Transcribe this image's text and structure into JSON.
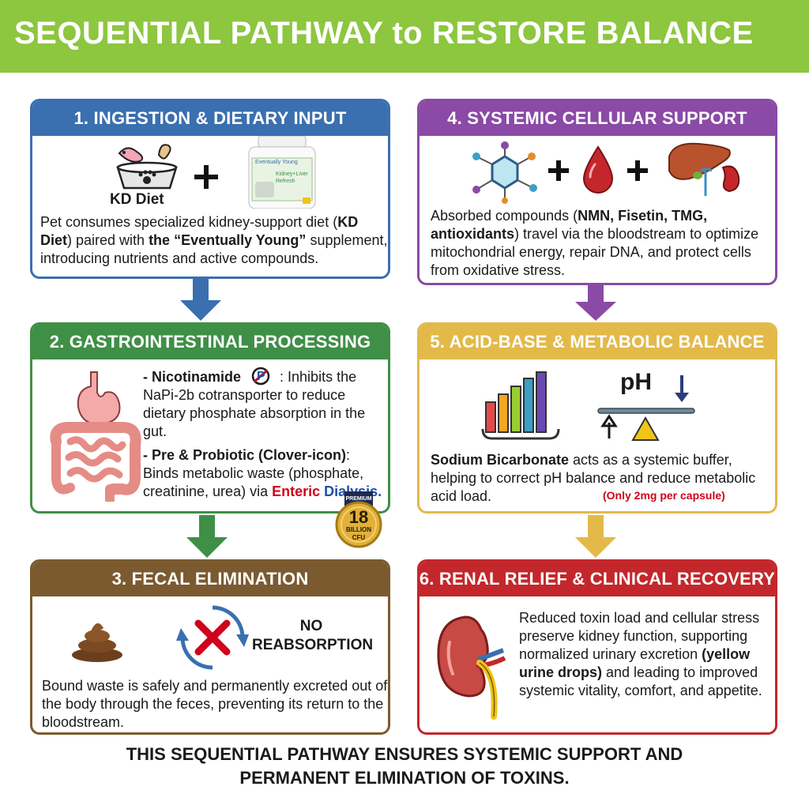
{
  "title": "SEQUENTIAL PATHWAY to RESTORE BALANCE",
  "colors": {
    "title_bar": "#8dc63f",
    "step1": "#3a6fb0",
    "step2": "#3f8f47",
    "step3": "#7b5a30",
    "step4": "#8a4aa6",
    "step5": "#e3b94a",
    "step6": "#c3272b",
    "highlight_red": "#d0021b",
    "highlight_blue": "#1f4fa8"
  },
  "steps": [
    {
      "heading": "1. INGESTION & DIETARY INPUT",
      "icons": [
        "pet-food-bowl-icon",
        "plus-icon",
        "supplement-bottle-icon"
      ],
      "bowl_label": "KD Diet",
      "bottle_brand": "Eventually Young",
      "bottle_name": "Kidney+Liver Refresh",
      "text_pre": "Pet consumes specialized kidney-support diet (",
      "text_b1": "KD Diet",
      "text_mid": ") paired with ",
      "text_b2": "the   “Eventually Young”",
      "text_post": " supplement, introducing nutrients and active compounds."
    },
    {
      "heading": "2. GASTROINTESTINAL PROCESSING",
      "icons": [
        "digestive-tract-icon",
        "no-phosphate-icon",
        "premium-cfu-badge-icon"
      ],
      "item1_b": "- Nicotinamide",
      "item1_sign": "P",
      "item1_text": ": Inhibits the NaPi-2b cotransporter to reduce dietary phosphate absorption in the gut.",
      "item2_b": "- Pre & Probiotic (Clover-icon)",
      "item2_text": ": Binds metabolic waste (phosphate, creatinine, urea) via ",
      "item2_red": "Enteric",
      "item2_blue": "Dialysis.",
      "badge_top": "PREMIUM",
      "badge_num": "18",
      "badge_l1": "BILLION",
      "badge_l2": "CFU"
    },
    {
      "heading": "3. FECAL ELIMINATION",
      "icons": [
        "stool-icon",
        "no-reabsorption-cycle-icon"
      ],
      "label_l1": "NO",
      "label_l2": "REABSORPTION",
      "text": "Bound waste is safely and permanently excreted out of the body through the feces, preventing its return to the bloodstream."
    },
    {
      "heading": "4. SYSTEMIC CELLULAR SUPPORT",
      "icons": [
        "molecule-icon",
        "plus-icon",
        "blood-drop-icon",
        "plus-icon",
        "liver-kidney-icon"
      ],
      "text_pre": "Absorbed compounds (",
      "text_b": "NMN, Fisetin, TMG, antioxidants",
      "text_post": ") travel via the bloodstream to optimize mitochondrial energy, repair DNA, and protect cells from oxidative stress."
    },
    {
      "heading": "5. ACID-BASE & METABOLIC BALANCE",
      "icons": [
        "bar-graph-icon",
        "ph-balance-icon"
      ],
      "ph_label": "pH",
      "text_b": "Sodium Bicarbonate",
      "text_post": " acts as a systemic buffer, helping to correct pH balance and reduce metabolic acid load.",
      "note": "(Only 2mg per capsule)"
    },
    {
      "heading": "6. RENAL RELIEF & CLINICAL RECOVERY",
      "icons": [
        "kidney-icon"
      ],
      "text_pre": "Reduced toxin load and cellular stress preserve kidney function, supporting normalized urinary excretion ",
      "text_b": "(yellow urine drops)",
      "text_post": " and leading to improved systemic vitality, comfort, and appetite."
    }
  ],
  "footer_l1": "THIS SEQUENTIAL PATHWAY ENSURES SYSTEMIC SUPPORT AND",
  "footer_l2": "PERMANENT ELIMINATION OF TOXINS."
}
